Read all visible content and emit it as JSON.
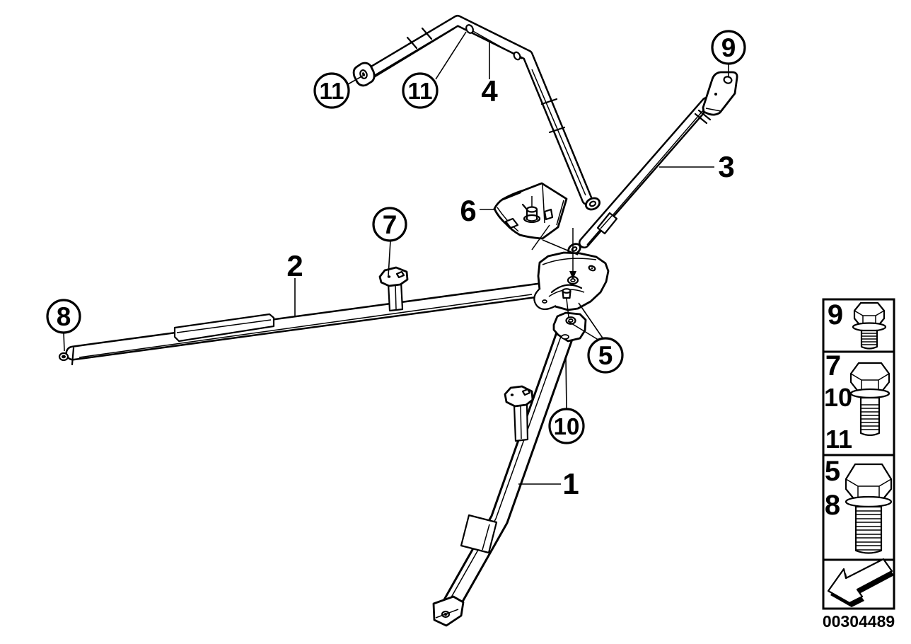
{
  "figure": {
    "title_hint": "strut-brace-parts-diagram",
    "image_number": "00304489",
    "colors": {
      "line": "#000000",
      "background": "#ffffff"
    },
    "callouts": [
      {
        "id": "11a",
        "label": "11"
      },
      {
        "id": "11b",
        "label": "11"
      },
      {
        "id": "9",
        "label": "9"
      },
      {
        "id": "7",
        "label": "7"
      },
      {
        "id": "8",
        "label": "8"
      },
      {
        "id": "5",
        "label": "5"
      },
      {
        "id": "10",
        "label": "10"
      }
    ],
    "part_labels": [
      {
        "id": "4",
        "label": "4"
      },
      {
        "id": "3",
        "label": "3"
      },
      {
        "id": "2",
        "label": "2"
      },
      {
        "id": "6",
        "label": "6"
      },
      {
        "id": "1",
        "label": "1"
      }
    ]
  },
  "legend": {
    "rows": [
      {
        "refs": [
          "9"
        ],
        "icon": "hex-flange-bolt-short"
      },
      {
        "refs": [
          "7",
          "10",
          "11"
        ],
        "icon": "hex-flange-bolt-medium"
      },
      {
        "refs": [
          "5",
          "8"
        ],
        "icon": "hex-flange-bolt-long"
      },
      {
        "refs": [],
        "icon": "direction-arrow"
      }
    ]
  }
}
